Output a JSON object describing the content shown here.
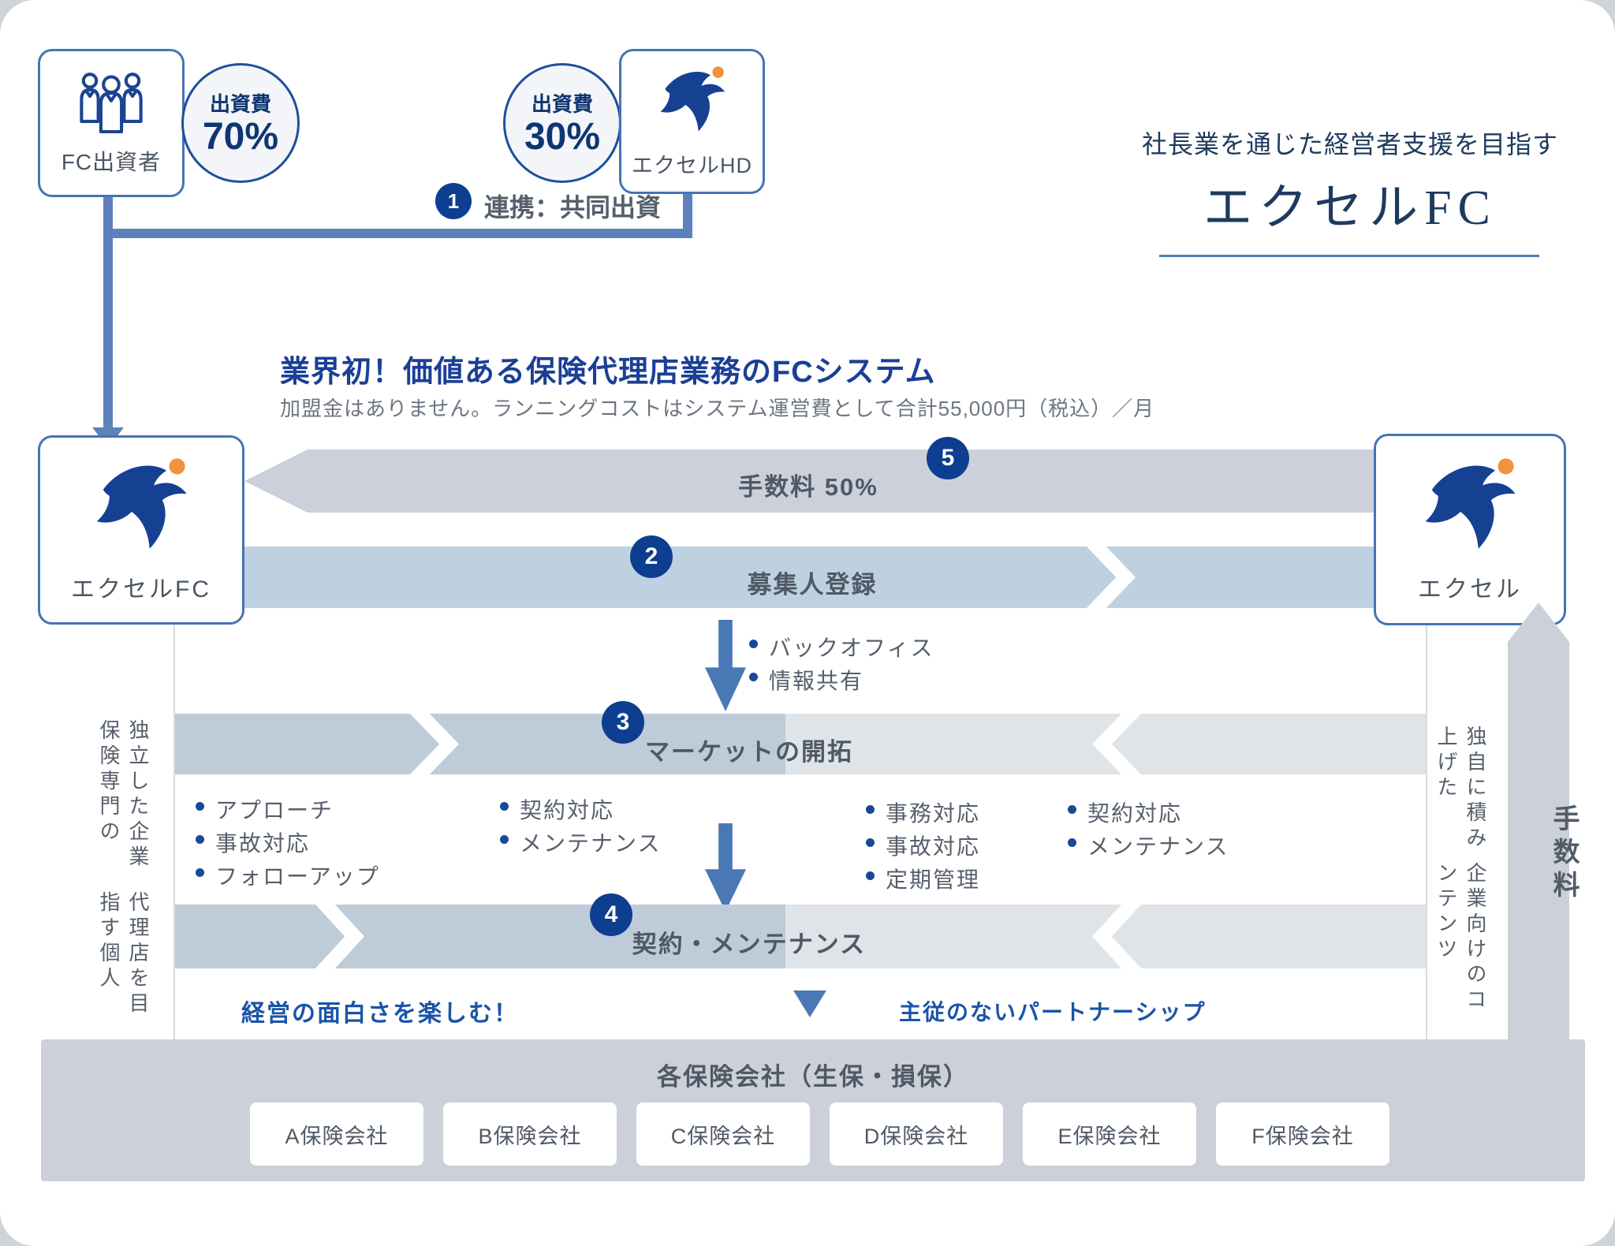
{
  "top": {
    "fc_investor_label": "FC出資者",
    "contribution_left": {
      "title": "出資費",
      "value": "70%"
    },
    "contribution_right": {
      "title": "出資費",
      "value": "30%"
    },
    "excel_hd_label": "エクセルHD",
    "tagline": "社長業を通じた経営者支援を目指す",
    "brand": "エクセルFC",
    "step1": {
      "num": "1",
      "label": "連携：共同出資"
    },
    "headline": "業界初！価値ある保険代理店業務のFCシステム",
    "subtext": "加盟金はありません。ランニングコストはシステム運営費として合計55,000円（税込）／月"
  },
  "flow": {
    "excel_fc_label": "エクセルFC",
    "excel_label": "エクセル",
    "row_fee": {
      "num": "5",
      "label": "手数料 50%"
    },
    "row_recruit": {
      "num": "2",
      "label": "募集人登録"
    },
    "row_market": {
      "num": "3",
      "label": "マーケットの開拓"
    },
    "row_contract": {
      "num": "4",
      "label": "契約・メンテナンス"
    },
    "bullets_backoffice": [
      "バックオフィス",
      "情報共有"
    ],
    "bullets_col1": [
      "アプローチ",
      "事故対応",
      "フォローアップ"
    ],
    "bullets_col2": [
      "契約対応",
      "メンテナンス"
    ],
    "bullets_col3": [
      "事務対応",
      "事故対応",
      "定期管理"
    ],
    "bullets_col4": [
      "契約対応",
      "メンテナンス"
    ],
    "left_vertical": [
      "独立した企業保険専門の",
      "代理店を目指す個人"
    ],
    "right_vertical": [
      "独自に積み上げた",
      "企業向けのコンテンツ"
    ],
    "fee_vertical": "手数料",
    "left_note": "経営の面白さを楽しむ！",
    "right_note": "主従のないパートナーシップ"
  },
  "bottom": {
    "title": "各保険会社（生保・損保）",
    "companies": [
      "A保険会社",
      "B保険会社",
      "C保険会社",
      "D保険会社",
      "E保険会社",
      "F保険会社"
    ]
  },
  "colors": {
    "brand_blue": "#164193",
    "badge_blue": "#0d3e8f",
    "accent_orange": "#f0923e",
    "connector_blue": "#5d81bb",
    "band_gray": "#cbd0da",
    "band_blue": "#bdd1e0",
    "band_blue_dark_half": "#becbd9",
    "band_gray_light_half": "#dfe4e9",
    "note_blue": "#1a54a8",
    "panel_gray": "#ccd0d9"
  }
}
